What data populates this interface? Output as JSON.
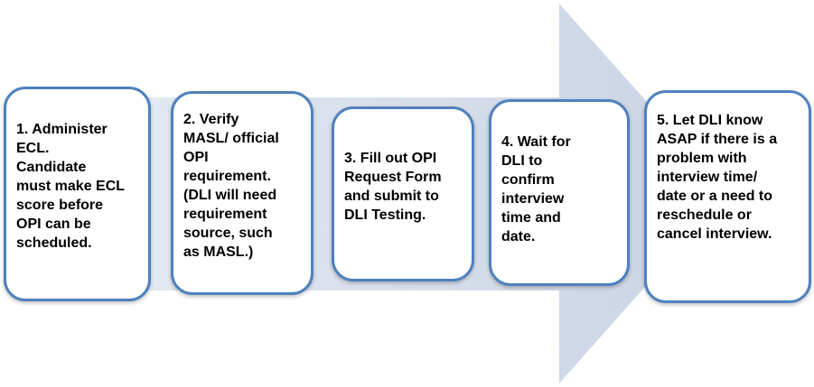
{
  "diagram": {
    "arrow_color": "#d3dbe8",
    "box_border_color": "#4f81bd",
    "steps": [
      {
        "text": "1.  Administer\nECL.\nCandidate\nmust make ECL\nscore before\nOPI can be\nscheduled."
      },
      {
        "text": "2.  Verify\nMASL/ official\nOPI\nrequirement.\n(DLI will need\nrequirement\nsource, such\nas MASL.)"
      },
      {
        "text": "3.  Fill out OPI\nRequest Form\nand submit to\nDLI Testing."
      },
      {
        "text": "4.  Wait for\nDLI to\nconfirm\ninterview\ntime and\ndate."
      },
      {
        "text": "5.  Let DLI know\nASAP if there is a\nproblem with\ninterview time/\ndate or a need to\nreschedule or\ncancel interview."
      }
    ]
  }
}
